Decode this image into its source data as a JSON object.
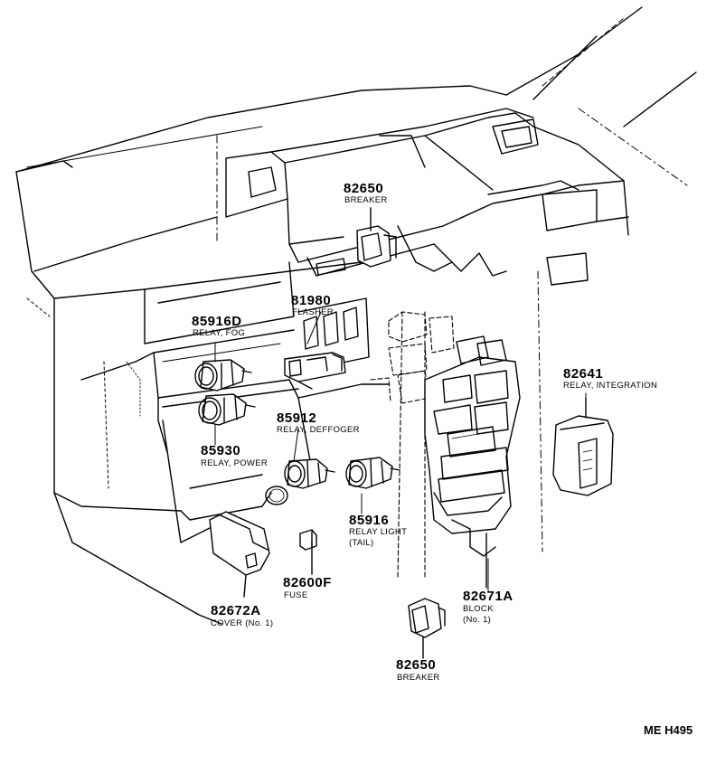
{
  "diagram": {
    "reference_code": "ME H495",
    "callouts": [
      {
        "id": "c1",
        "part": "82650",
        "name": "BREAKER"
      },
      {
        "id": "c2",
        "part": "81980",
        "name": "FLASHER"
      },
      {
        "id": "c3",
        "part": "85916D",
        "name": "RELAY, FOG"
      },
      {
        "id": "c4",
        "part": "85912",
        "name": "RELAY, DEFFOGER"
      },
      {
        "id": "c5",
        "part": "85930",
        "name": "RELAY, POWER"
      },
      {
        "id": "c6",
        "part": "82641",
        "name": "RELAY, INTEGRATION"
      },
      {
        "id": "c7",
        "part": "85916",
        "name": "RELAY LIGHT",
        "name2": "(TAIL)"
      },
      {
        "id": "c8",
        "part": "82600F",
        "name": "FUSE"
      },
      {
        "id": "c9",
        "part": "82672A",
        "name": "COVER (No. 1)"
      },
      {
        "id": "c10",
        "part": "82671A",
        "name": "BLOCK",
        "name2": "(No. 1)"
      },
      {
        "id": "c11",
        "part": "82650",
        "name": "BREAKER"
      }
    ]
  }
}
